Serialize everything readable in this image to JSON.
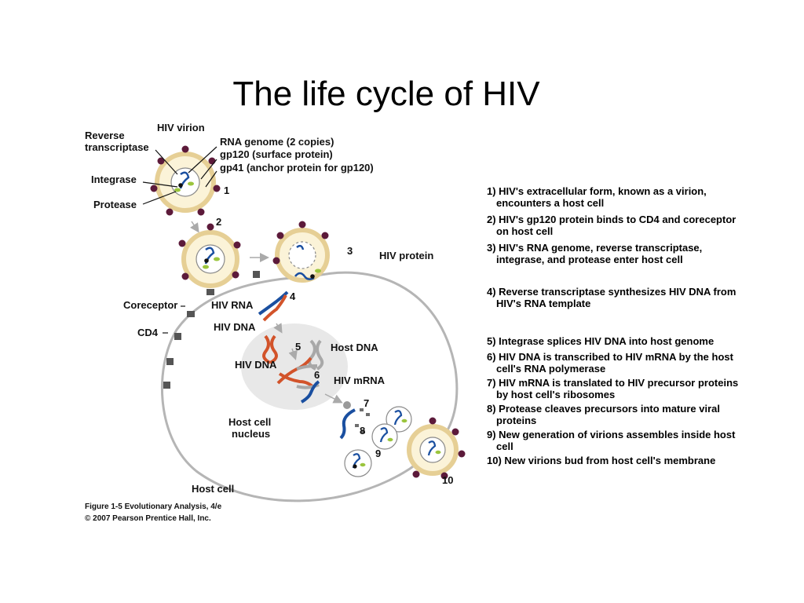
{
  "slide": {
    "title": "The life cycle of HIV"
  },
  "diagram": {
    "labels": {
      "hiv_virion": "HIV virion",
      "reverse_transcriptase_1": "Reverse",
      "reverse_transcriptase_2": "transcriptase",
      "rna_genome": "RNA genome (2 copies)",
      "gp120": "gp120 (surface protein)",
      "gp41": "gp41 (anchor protein for gp120)",
      "integrase": "Integrase",
      "protease": "Protease",
      "hiv_protein": "HIV protein",
      "coreceptor": "Coreceptor",
      "cd4": "CD4",
      "hiv_rna": "HIV RNA",
      "hiv_dna_1": "HIV DNA",
      "host_dna": "Host DNA",
      "hiv_dna_2": "HIV DNA",
      "hiv_mrna": "HIV mRNA",
      "nucleus_1": "Host cell",
      "nucleus_2": "nucleus",
      "host_cell": "Host cell"
    },
    "step_numbers": [
      "1",
      "2",
      "3",
      "4",
      "5",
      "6",
      "7",
      "8",
      "9",
      "10"
    ],
    "caption": {
      "line1": "Figure 1-5  Evolutionary Analysis, 4/e",
      "line2": "© 2007 Pearson Prentice Hall, Inc."
    }
  },
  "steps": [
    "1) HIV's extracellular form, known as a virion, encounters a host cell",
    "2) HIV's gp120 protein binds to CD4 and coreceptor on host cell",
    "3) HIV's RNA genome, reverse transcriptase, integrase, and protease enter host cell",
    "4) Reverse transcriptase synthesizes HIV DNA from HIV's RNA template",
    "5) Integrase splices HIV DNA into host genome",
    "6) HIV DNA is transcribed to HIV mRNA by the host cell's RNA polymerase",
    "7) HIV mRNA is translated to HIV precursor proteins by host cell's ribosomes",
    "8) Protease cleaves precursors into mature viral proteins",
    "9) New generation of virions assembles inside host cell",
    "10) New virions bud from host cell's membrane"
  ],
  "colors": {
    "virion_fill": "#fbf3d8",
    "virion_ring": "#e6cf95",
    "knob": "#5c1a3a",
    "hiv_rna": "#1a4fa0",
    "hiv_dna": "#d2532a",
    "host_dna": "#a8a8a8",
    "nucleus": "#e8e8e8",
    "protein_green": "#9bc53d"
  }
}
